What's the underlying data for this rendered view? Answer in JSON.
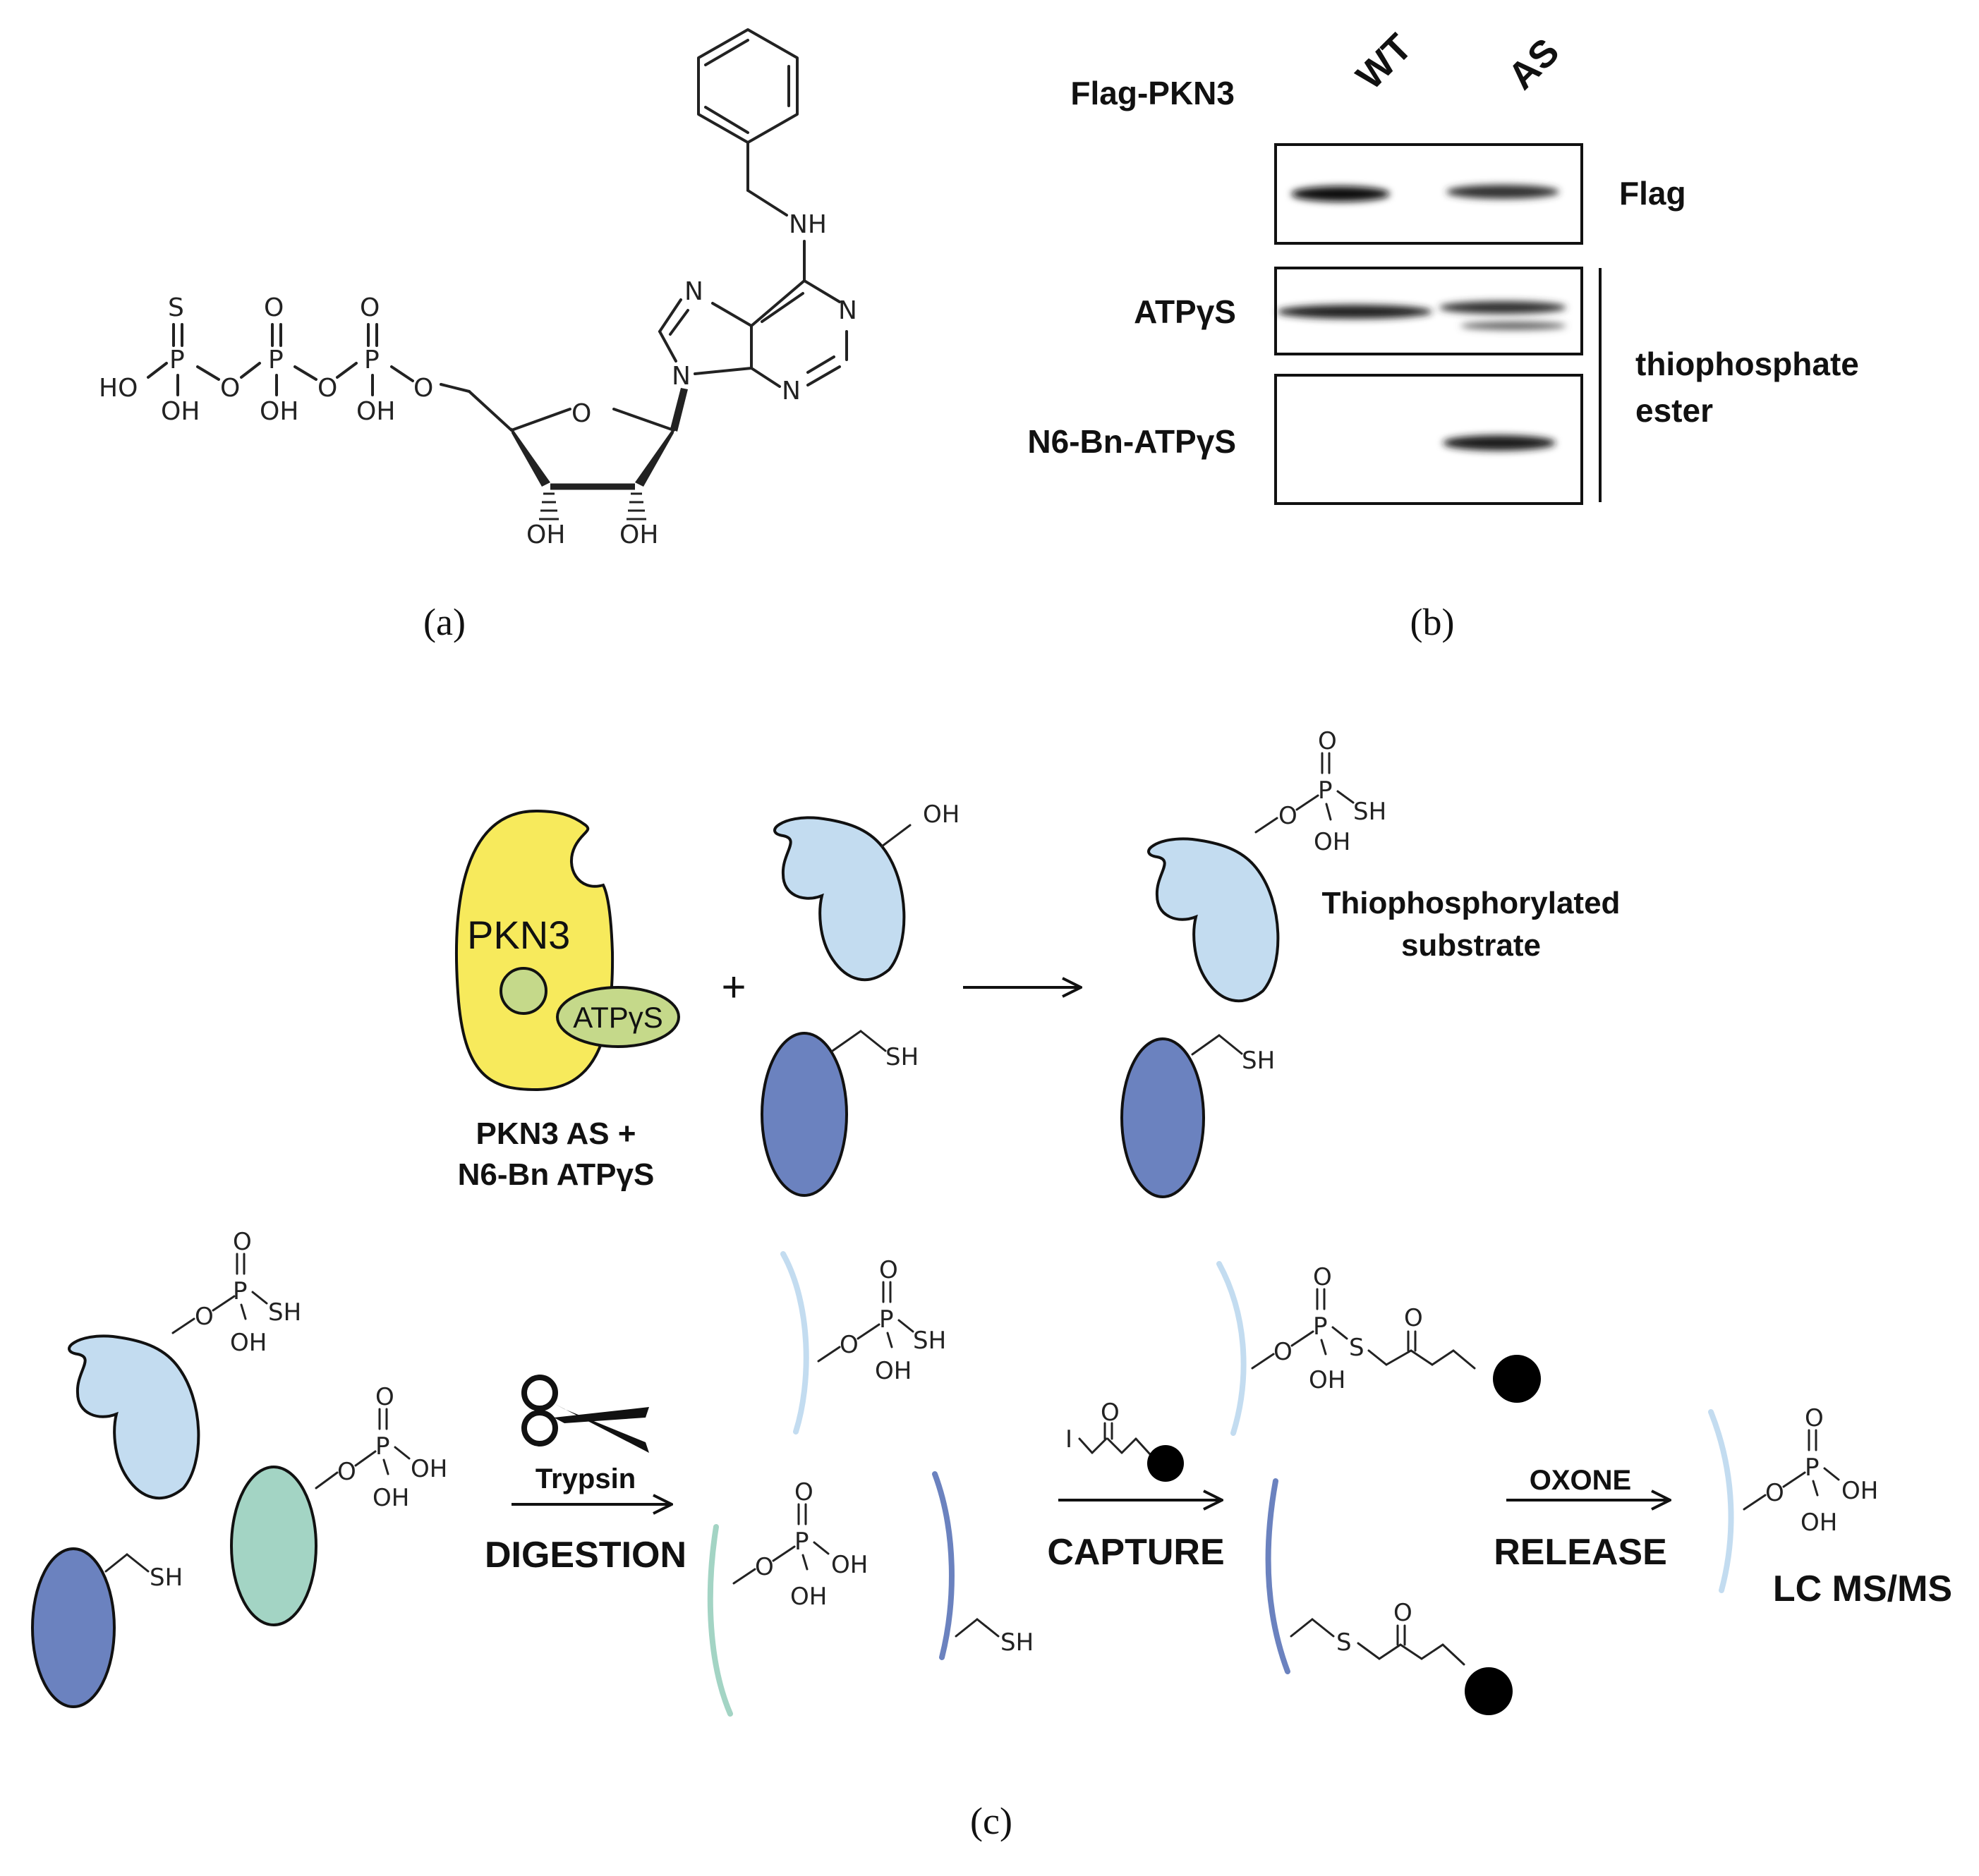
{
  "captions": {
    "a": "(a)",
    "b": "(b)",
    "c": "(c)"
  },
  "panel_a": {
    "atoms": {
      "S": "S",
      "O": "O",
      "P": "P",
      "HO": "HO",
      "OH": "OH",
      "N": "N",
      "NH": "NH"
    }
  },
  "panel_b": {
    "construct_label": "Flag-PKN3",
    "lanes": [
      "WT",
      "AS"
    ],
    "rows": [
      {
        "label": "",
        "right_label": "Flag",
        "bands": [
          {
            "lane": "WT",
            "intensity": 0.9
          },
          {
            "lane": "AS",
            "intensity": 0.75
          }
        ]
      },
      {
        "label": "ATPγS",
        "bands": [
          {
            "lane": "WT",
            "intensity": 0.85
          },
          {
            "lane": "AS",
            "intensity": 0.7
          }
        ]
      },
      {
        "label": "N6-Bn-ATPγS",
        "bands": [
          {
            "lane": "WT",
            "intensity": 0.0
          },
          {
            "lane": "AS",
            "intensity": 0.85
          }
        ]
      }
    ],
    "bracket_label_line1": "thiophosphate",
    "bracket_label_line2": "ester"
  },
  "panel_c": {
    "enzyme_label": "PKN3",
    "cofactor_label": "ATPγS",
    "enzyme_caption_line1": "PKN3 AS +",
    "enzyme_caption_line2": "N6-Bn ATPγS",
    "plus": "+",
    "product_label_line1": "Thiophosphorylated",
    "product_label_line2": "substrate",
    "steps": {
      "digestion_reagent": "Trypsin",
      "digestion": "DIGESTION",
      "capture": "CAPTURE",
      "release_reagent": "OXONE",
      "release": "RELEASE",
      "analysis": "LC MS/MS"
    },
    "groups": {
      "OH": "OH",
      "SH": "SH",
      "O": "O",
      "P": "P",
      "S": "S",
      "I": "I"
    },
    "colors": {
      "enzyme_yellow": "#f7ea5c",
      "cofactor_green": "#c5d98a",
      "substrate_light_blue": "#c3dcf0",
      "substrate_dark_blue": "#6b82bf",
      "substrate_teal": "#a3d4c4",
      "bead_black": "#000000"
    }
  }
}
